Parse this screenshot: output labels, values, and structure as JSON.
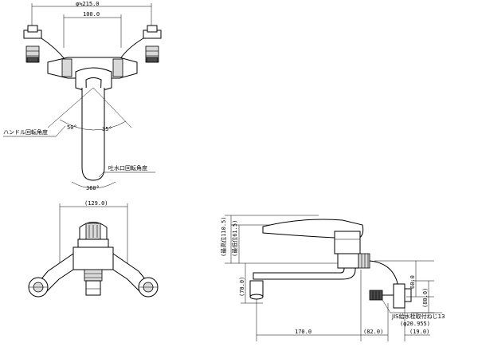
{
  "labels": {
    "dim_top_overall": "φ≒215.0",
    "dim_top_inner": "100.0",
    "handle_rotation": "ハンドル回転角度",
    "spout_rotation": "吐水口回転角度",
    "angle_left": "50°",
    "angle_right": "35°",
    "angle_spout": "360°",
    "dim_handle_width": "(129.0)",
    "dim_height_1": "(最高位110.5)",
    "dim_height_2": "(最低位61.5)",
    "dim_70": "(70.0)",
    "dim_60": "60.0",
    "dim_80": "(80.0)",
    "dim_170": "170.0",
    "dim_82": "(82.0)",
    "dim_19": "(19.0)",
    "thread_spec": "JIS給水栓取付ねじ13",
    "thread_dia": "(φ20.955)"
  }
}
